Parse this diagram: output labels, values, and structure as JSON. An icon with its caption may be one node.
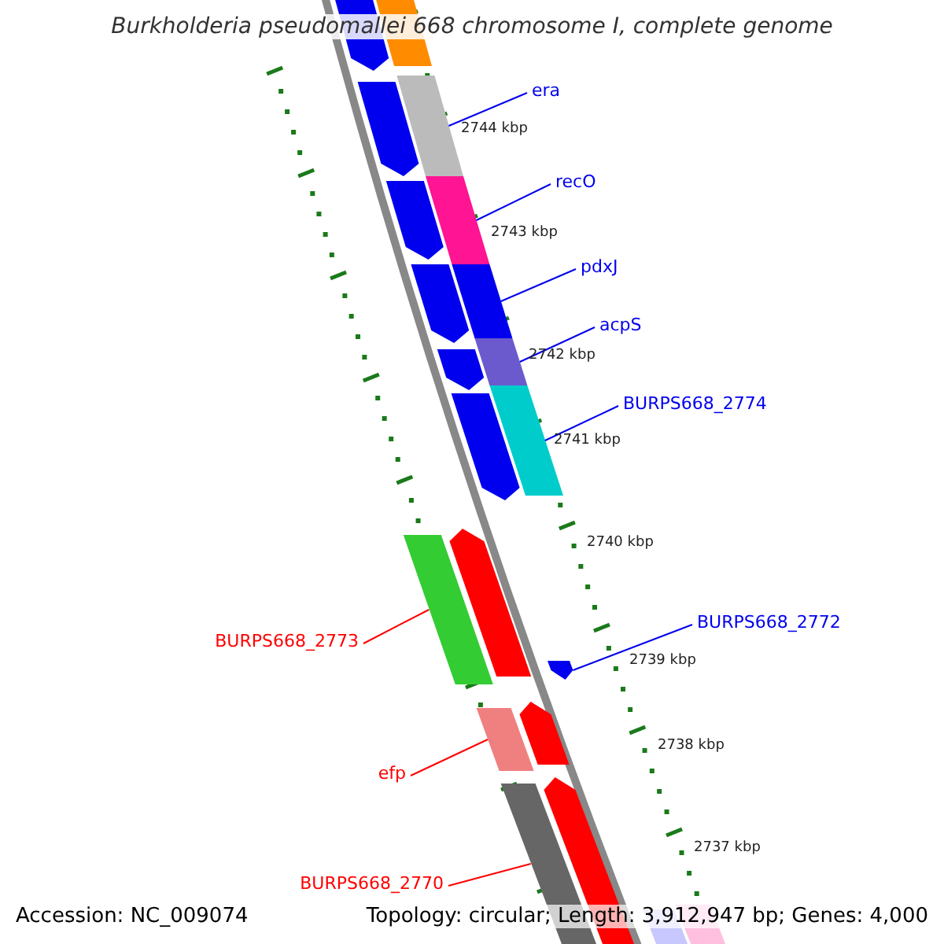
{
  "diagram": {
    "title": "Burkholderia pseudomallei 668 chromosome I, complete genome",
    "nodes": [
      {
        "text": [
          "era"
        ]
      },
      {
        "text": [
          "recO"
        ]
      },
      {
        "text": [
          "pdxJ"
        ]
      },
      {
        "text": [
          "acpS"
        ]
      },
      {
        "text": [
          "BURPS668_2774"
        ]
      },
      {
        "text": [
          "BURPS668_2772"
        ]
      },
      {
        "text": [
          "BURPS668_2773"
        ]
      },
      {
        "text": [
          "efp"
        ]
      },
      {
        "text": [
          "BURPS668_2770"
        ]
      },
      {
        "text": [],
        "shape": "arrow"
      },
      {
        "text": [],
        "shape": "arrow"
      },
      {
        "text": [],
        "shape": "arrow"
      },
      {
        "text": [],
        "shape": "arrow"
      },
      {
        "text": [],
        "shape": "arrow"
      },
      {
        "text": [],
        "shape": "arrow"
      },
      {
        "text": [],
        "shape": "bar"
      },
      {
        "text": [],
        "shape": "bar"
      },
      {
        "text": [],
        "shape": "bar"
      },
      {
        "text": [],
        "shape": "bar"
      },
      {
        "text": [],
        "shape": "bar"
      },
      {
        "text": [],
        "shape": "bar"
      },
      {
        "text": [],
        "shape": "arrow"
      },
      {
        "text": [],
        "shape": "bar"
      },
      {
        "text": [],
        "shape": "arrow"
      },
      {
        "text": [],
        "shape": "bar"
      },
      {
        "text": [],
        "shape": "arrow"
      },
      {
        "text": [],
        "shape": "bar"
      },
      {
        "text": [],
        "shape": "arrow"
      },
      {
        "text": [],
        "shape": "bar"
      },
      {
        "text": [],
        "shape": "bar"
      }
    ],
    "edges": [
      {
        "from": 0,
        "to": 16,
        "arrow": "none"
      },
      {
        "from": 1,
        "to": 17,
        "arrow": "none"
      },
      {
        "from": 2,
        "to": 18,
        "arrow": "none"
      },
      {
        "from": 3,
        "to": 19,
        "arrow": "none"
      },
      {
        "from": 4,
        "to": 20,
        "arrow": "none"
      },
      {
        "from": 5,
        "to": 21,
        "arrow": "none"
      },
      {
        "from": 6,
        "to": 22,
        "arrow": "none",
        "color": "#ff0000"
      },
      {
        "from": 7,
        "to": 24,
        "arrow": "none",
        "color": "#ff0000"
      },
      {
        "from": 8,
        "to": 26,
        "arrow": "none",
        "color": "#ff0000"
      }
    ],
    "labels": [
      "2744 kbp",
      "2743 kbp",
      "2742 kbp",
      "2741 kbp",
      "2740 kbp",
      "2739 kbp",
      "2738 kbp",
      "2737 kbp",
      "Accession: NC_009074",
      "Topology: circular; Length: 3,912,947 bp; Genes: 4,000"
    ]
  }
}
